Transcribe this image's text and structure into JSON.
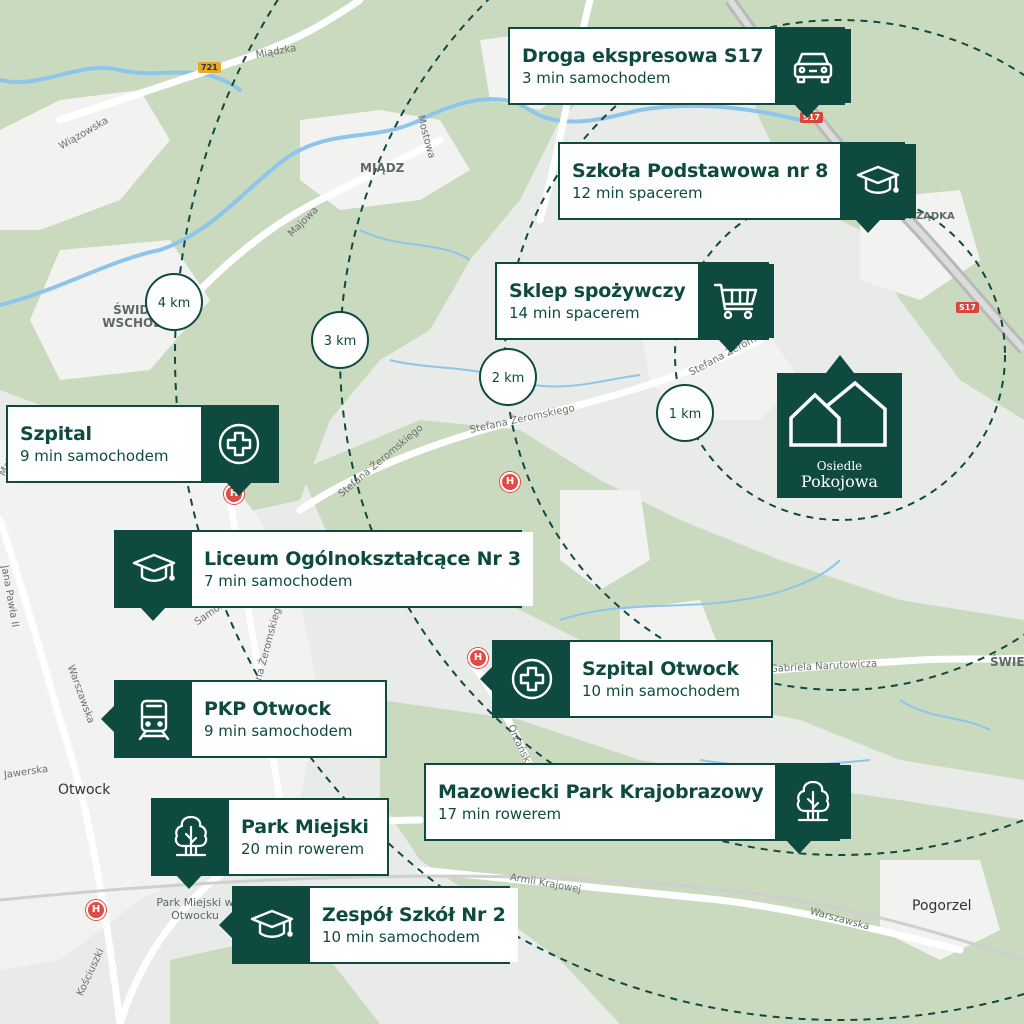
{
  "map": {
    "places": [
      "MIĄDZ",
      "ŚWIDER WSCHODNI",
      "Otwock",
      "Pogorzel",
      "Park Miejski w Otwocku",
      "ŚWIER",
      "GRZĄDKA"
    ],
    "streets": [
      "Miądzka",
      "Wiązowska",
      "Mostowa",
      "Majowa",
      "Stefana Żeromskiego",
      "Stefana Żeromskiego",
      "Stefana Żerom",
      "Samorodna",
      "Stefana Żeromskiego",
      "Jana Pawła II",
      "Warszawska",
      "Jawerska",
      "Orzańska",
      "Armii Krajowej",
      "Warszawska",
      "Gabriela Narutowicza",
      "Majowa",
      "Kościuszki"
    ],
    "road_shields": [
      "721",
      "S17",
      "S17"
    ],
    "hospital_symbol": "H",
    "colors": {
      "brand": "#0e4a40",
      "forest": "#c8d9bf",
      "road": "#ffffff",
      "water": "#8ec5ea",
      "hospital": "#e04a47"
    }
  },
  "distance_rings": [
    "1 km",
    "2 km",
    "3 km",
    "4 km"
  ],
  "logo": {
    "line1": "Osiedle",
    "line2": "Pokojowa",
    "icon": "house-outline-icon"
  },
  "points": [
    {
      "name": "Droga ekspresowa S17",
      "time": "3 min samochodem",
      "icon": "car-icon"
    },
    {
      "name": "Szkoła Podstawowa nr 8",
      "time": "12 min spacerem",
      "icon": "graduation-cap-icon"
    },
    {
      "name": "Sklep spożywczy",
      "time": "14 min spacerem",
      "icon": "shopping-cart-icon"
    },
    {
      "name": "Szpital",
      "time": "9 min samochodem",
      "icon": "medical-cross-icon"
    },
    {
      "name": "Liceum Ogólnokształcące Nr 3",
      "time": "7 min samochodem",
      "icon": "graduation-cap-icon"
    },
    {
      "name": "Szpital Otwock",
      "time": "10 min samochodem",
      "icon": "medical-cross-icon"
    },
    {
      "name": "PKP Otwock",
      "time": "9 min samochodem",
      "icon": "train-icon"
    },
    {
      "name": "Mazowiecki Park Krajobrazowy",
      "time": "17 min rowerem",
      "icon": "tree-icon"
    },
    {
      "name": "Park Miejski",
      "time": "20 min rowerem",
      "icon": "tree-icon"
    },
    {
      "name": "Zespół Szkół Nr 2",
      "time": "10 min samochodem",
      "icon": "graduation-cap-icon"
    }
  ]
}
